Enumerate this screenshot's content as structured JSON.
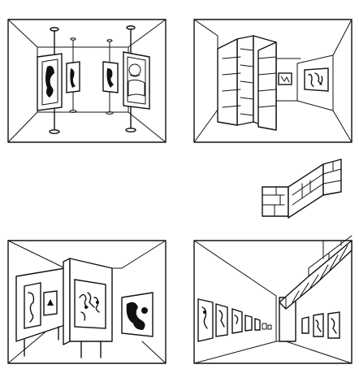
{
  "figure": {
    "panels": [
      {
        "id": "pole-mounted-paintings",
        "description_shown": false
      },
      {
        "id": "zigzag-partition-room",
        "description_shown": false
      },
      {
        "id": "zigzag-partition-detail",
        "description_shown": false
      },
      {
        "id": "freestanding-panels-room",
        "description_shown": false
      },
      {
        "id": "long-corridor-gallery",
        "description_shown": false
      }
    ],
    "ink_color": "#111111",
    "paper_color": "#ffffff"
  }
}
